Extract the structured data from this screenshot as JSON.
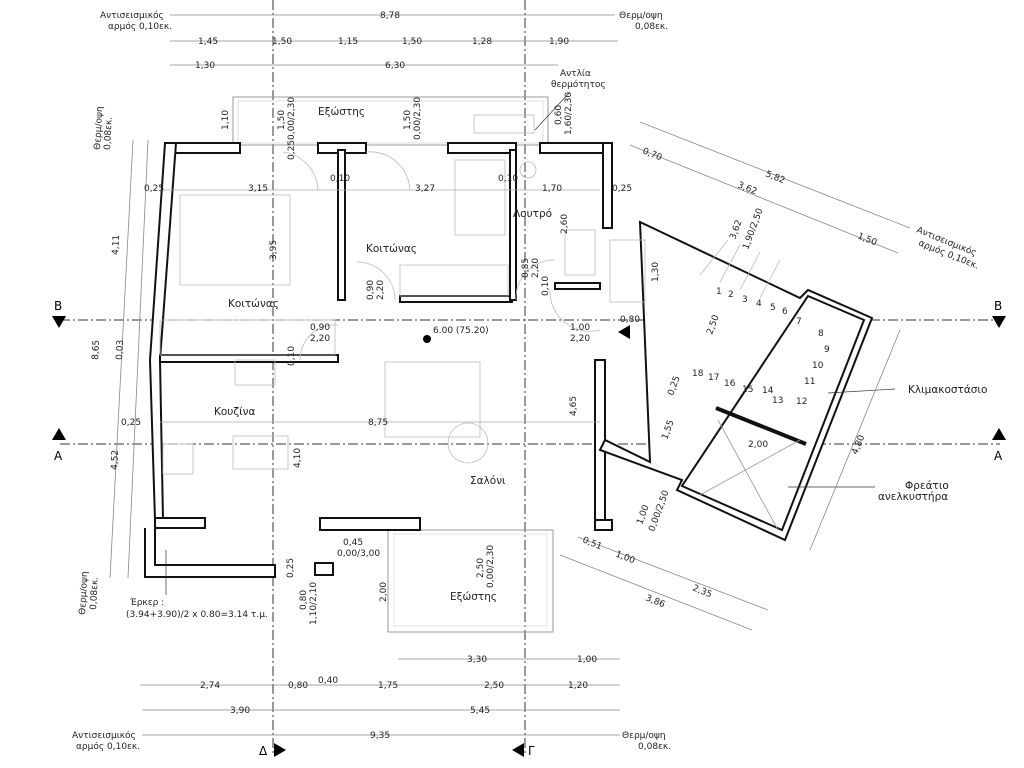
{
  "title_marks": {
    "elevation_label": "6.00 (75.20)"
  },
  "joints": {
    "seismic_top": [
      "Αντισεισμικός",
      "αρμός 0,10εκ."
    ],
    "thermal_top": [
      "Θερμ/οψη",
      "0,08εκ."
    ],
    "seismic_bottom": [
      "Αντισεισμικός",
      "αρμός 0,10εκ."
    ],
    "thermal_bottom": [
      "Θερμ/οψη",
      "0,08εκ."
    ],
    "thermal_left_top": [
      "Θερμ/οψη",
      "0,08εκ."
    ],
    "thermal_left_bottom": [
      "Θερμ/οψη",
      "0,08εκ."
    ],
    "seismic_right": [
      "Αντισεισμικός",
      "αρμός 0,10εκ."
    ]
  },
  "rooms": {
    "bedroom1": "Κοιτώνας",
    "bedroom2": "Κοιτώνας",
    "bathroom": "Λουτρό",
    "kitchen": "Κουζίνα",
    "living": "Σαλόνι",
    "balcony_top": "Εξώστης",
    "balcony_bottom": "Εξώστης",
    "staircase": "Κλιμακοστάσιο",
    "elevator": [
      "Φρεάτιο",
      "ανελκυστήρα"
    ],
    "heat_pump": [
      "Αντλία",
      "θερμότητος"
    ]
  },
  "erker_note": [
    "Έρκερ :",
    "(3.94+3.90)/2 x 0.80=3.14 τ.μ."
  ],
  "dims_top": {
    "total": "8,78",
    "row2": [
      "1,45",
      "1,50",
      "1,15",
      "1,50",
      "1,28",
      "1,90"
    ],
    "row3": [
      "1,30",
      "6,30"
    ]
  },
  "dims_bottom": {
    "row1": [
      "3,30",
      "1,00"
    ],
    "row2": [
      "2,74",
      "0,80",
      "0,40",
      "1,75",
      "2,50",
      "1,20"
    ],
    "row3": [
      "3,90",
      "5,45"
    ],
    "total": "9,35"
  },
  "dims_left": [
    "8,65",
    "4,11",
    "0,03",
    "4,52"
  ],
  "dims_right": [
    "0,70",
    "5,82",
    "3,62",
    "1,50",
    "4,80",
    "2,35",
    "3,86",
    "1,00",
    "0,51"
  ],
  "interior_dims": {
    "w_left": "0,25",
    "w_right": "0,25",
    "w_kitchen": "0,25",
    "b1_width": "3,15",
    "b2_width": "3,27",
    "bath_width": "1,70",
    "b1_depth": "3,95",
    "bath_depth": "2,60",
    "wall1": "0,10",
    "wall2": "0,10",
    "wall3": "0,10",
    "wall4": "0,10",
    "living_width": "8,75",
    "kitchen_depth": "4,10",
    "living_depth": "4,65",
    "balc_depth": "1,10",
    "stair_w": "2,50",
    "stair_gap": "0,25",
    "stair_l": "1,55",
    "elev_w": "2,00",
    "door_b1": [
      "0,90",
      "2,20"
    ],
    "door_b2": [
      "0,90",
      "2,20"
    ],
    "door_bath": [
      "0,85",
      "2,20"
    ],
    "door_entry": [
      "1,00",
      "2,20"
    ],
    "door_entry_gap": "0,80",
    "win_stair": [
      "1,30"
    ],
    "win1": [
      "1,50",
      "0,00/2,30"
    ],
    "win1b": "0,25",
    "win2": [
      "1,50",
      "0,00/2,30"
    ],
    "win3": [
      "0,60",
      "1,60/2,30"
    ],
    "win_stair_top": [
      "3,62",
      "1,90/2,50"
    ],
    "win_elev": [
      "1,00",
      "0,00/2,50"
    ],
    "win_living": [
      "0,45",
      "0,00/3,00"
    ],
    "win_balc": [
      "2,50",
      "0,00/2,30"
    ],
    "balc_b_depth": "2,00",
    "win_erker": [
      "0,80",
      "1,10/2,10"
    ],
    "erker_gap": "0,25"
  },
  "stair_steps": [
    "1",
    "2",
    "3",
    "4",
    "5",
    "6",
    "7",
    "8",
    "9",
    "10",
    "11",
    "12",
    "13",
    "14",
    "15",
    "16",
    "17",
    "18"
  ],
  "sections": {
    "a_left": "A",
    "a_right": "A",
    "b_left": "B",
    "b_right": "B",
    "gamma": "Γ",
    "delta": "Δ"
  }
}
